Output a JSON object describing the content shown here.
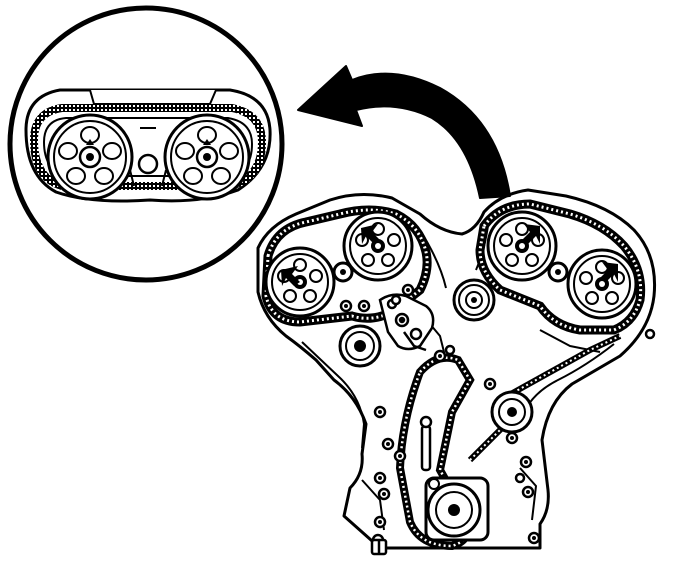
{
  "figure": {
    "kind": "engine-timing-belt-illustration",
    "ink_color": "#000000",
    "paper_color": "#ffffff",
    "detail_view": {
      "shape": "circle",
      "contents": [
        "timing-belt",
        "camshaft-sprocket",
        "camshaft-sprocket"
      ]
    },
    "pointer": {
      "shape": "curved-arrow",
      "points_to": "detail-view"
    },
    "engine": {
      "camshaft_sprockets": 4,
      "timing_marks": 4,
      "visible_features": [
        "timing-belt",
        "crankshaft-sprocket",
        "idler-pulley",
        "tensioner",
        "bolt-bosses"
      ]
    }
  }
}
